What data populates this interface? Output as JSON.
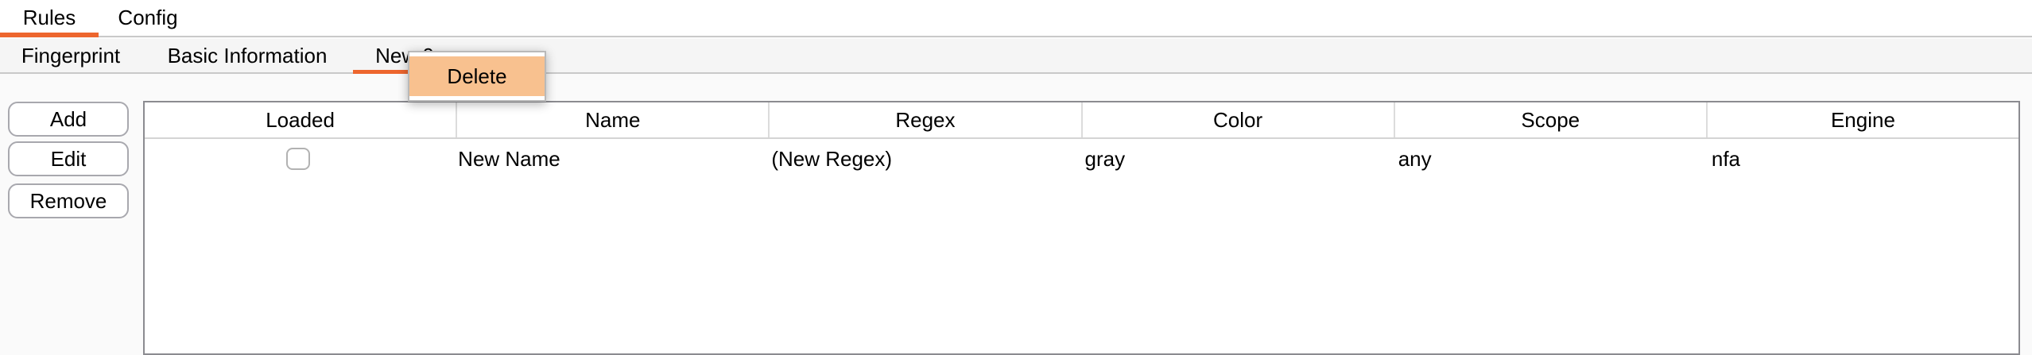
{
  "main_tabs": {
    "items": [
      {
        "label": "Rules",
        "selected": true
      },
      {
        "label": "Config",
        "selected": false
      }
    ]
  },
  "sub_tabs": {
    "items": [
      {
        "label": "Fingerprint",
        "selected": false
      },
      {
        "label": "Basic Information",
        "selected": false
      },
      {
        "label": "New 0",
        "selected": true
      }
    ]
  },
  "context_menu": {
    "items": [
      {
        "label": "Delete",
        "highlighted": true
      }
    ]
  },
  "sidebar": {
    "buttons": [
      {
        "label": "Add"
      },
      {
        "label": "Edit"
      },
      {
        "label": "Remove"
      }
    ]
  },
  "table": {
    "columns": [
      "Loaded",
      "Name",
      "Regex",
      "Color",
      "Scope",
      "Engine"
    ],
    "rows": [
      {
        "loaded": false,
        "name": "New Name",
        "regex": "(New Regex)",
        "color": "gray",
        "scope": "any",
        "engine": "nfa"
      }
    ]
  },
  "colors": {
    "accent_orange": "#ed662e",
    "menu_highlight_peach": "#f8c18f",
    "table_border": "#8b8b90",
    "divider": "#c9c9c9"
  }
}
